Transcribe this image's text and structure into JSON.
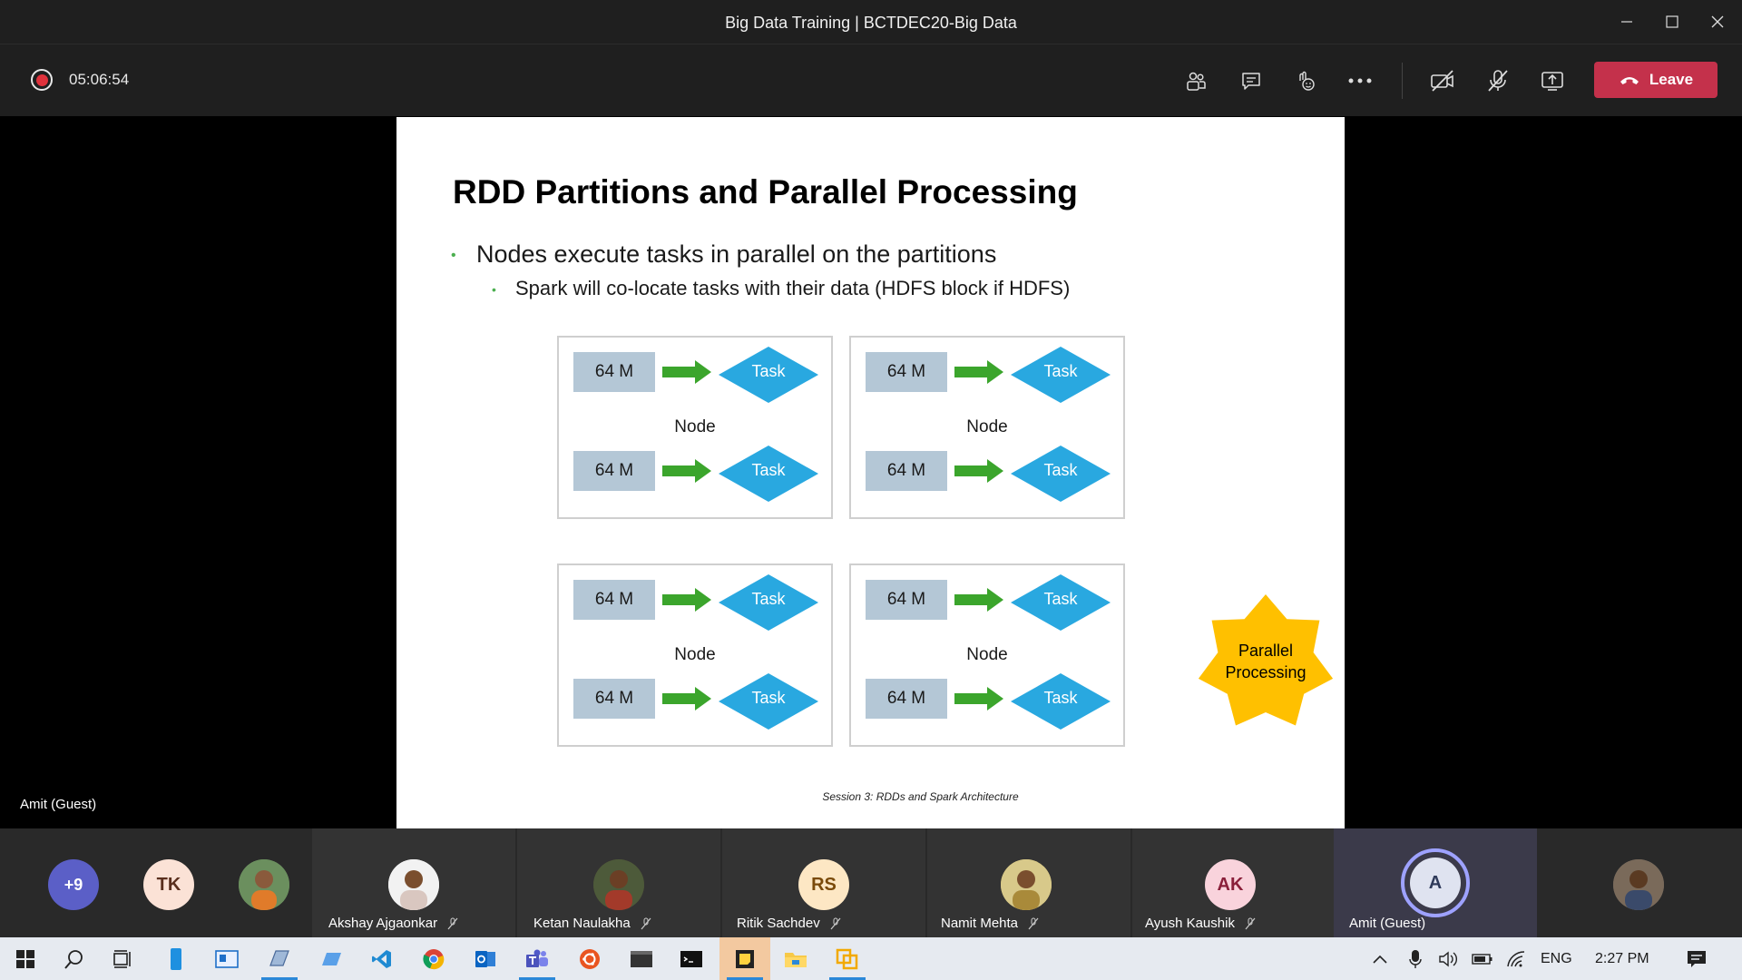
{
  "window": {
    "title": "Big Data Training | BCTDEC20-Big Data"
  },
  "toolbar": {
    "timer": "05:06:54",
    "leave_label": "Leave",
    "icons": [
      "participants-icon",
      "chat-icon",
      "raise-hand-icon",
      "more-icon",
      "camera-off-icon",
      "mic-off-icon",
      "share-screen-icon"
    ]
  },
  "stage": {
    "presenter_name": "Amit (Guest)"
  },
  "slide": {
    "title": "RDD Partitions and Parallel Processing",
    "bullet1": "Nodes execute tasks in parallel on the partitions",
    "bullet2": "Spark will co-locate tasks with their data (HDFS block if HDFS)",
    "node_label": "Node",
    "block_label": "64 M",
    "task_label": "Task",
    "center_line1": "Parallel",
    "center_line2": "Processing",
    "footer": "Session 3: RDDs and Spark Architecture",
    "nodes": [
      {
        "label": "Node",
        "blocks": [
          "64 M",
          "64 M"
        ],
        "tasks": [
          "Task",
          "Task"
        ]
      },
      {
        "label": "Node",
        "blocks": [
          "64 M",
          "64 M"
        ],
        "tasks": [
          "Task",
          "Task"
        ]
      },
      {
        "label": "Node",
        "blocks": [
          "64 M",
          "64 M"
        ],
        "tasks": [
          "Task",
          "Task"
        ]
      },
      {
        "label": "Node",
        "blocks": [
          "64 M",
          "64 M"
        ],
        "tasks": [
          "Task",
          "Task"
        ]
      }
    ],
    "colors": {
      "block": "#b4c7d6",
      "task": "#29a8e0",
      "arrow": "#3ba52c",
      "star": "#ffc000"
    }
  },
  "participants": {
    "overflow": "+9",
    "initials_tk": "TK",
    "people": [
      {
        "name": "Akshay Ajgaonkar"
      },
      {
        "name": "Ketan Naulakha"
      },
      {
        "name": "Ritik Sachdev",
        "initials": "RS"
      },
      {
        "name": "Namit Mehta"
      },
      {
        "name": "Ayush Kaushik",
        "initials": "AK"
      },
      {
        "name": "Amit (Guest)",
        "initials": "A"
      }
    ]
  },
  "taskbar": {
    "language": "ENG",
    "time": "2:27 PM"
  }
}
